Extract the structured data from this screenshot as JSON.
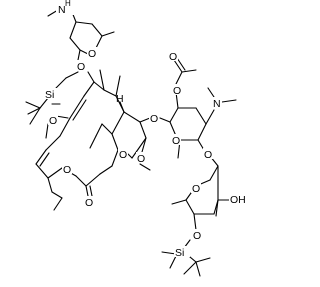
{
  "structure": {
    "type": "chemical-structure",
    "labels": {
      "nh": "N",
      "h": "H",
      "o": "O",
      "si": "Si",
      "n": "N",
      "oh": "OH"
    }
  }
}
